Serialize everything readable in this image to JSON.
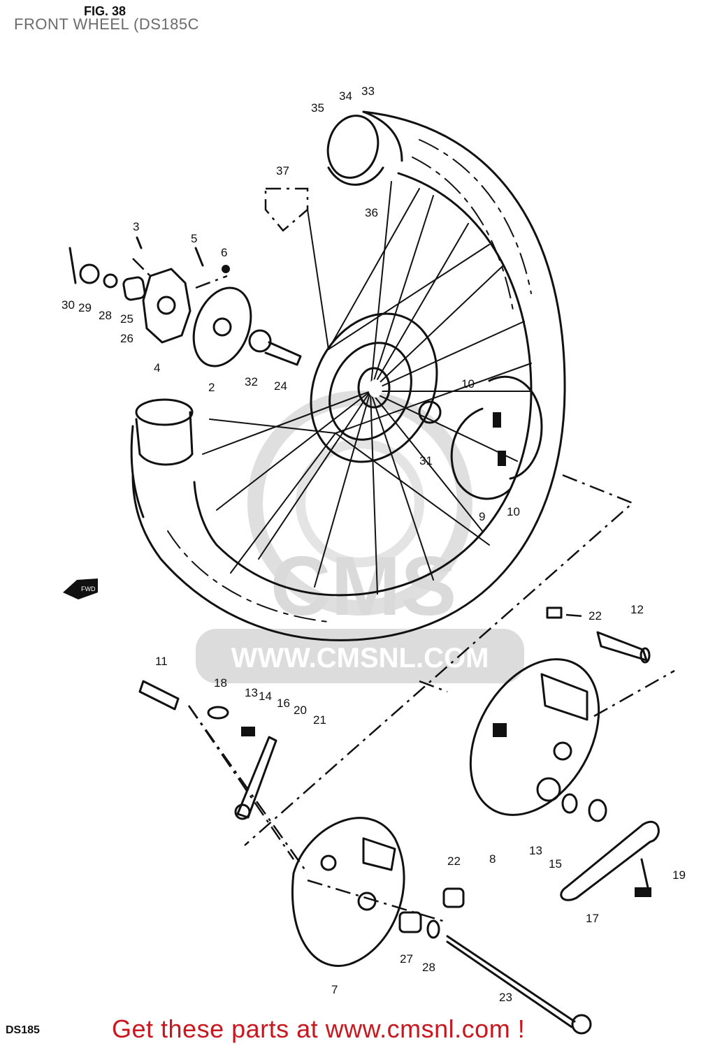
{
  "header": {
    "title": "FRONT WHEEL (DS185C",
    "figure": "FIG. 38"
  },
  "footer": {
    "cta": "Get these parts at www.cmsnl.com !",
    "model": "DS185"
  },
  "watermark": {
    "brand": "CMS",
    "url": "WWW.CMSNL.COM"
  },
  "arrow_label": "FWD",
  "callouts": [
    "35",
    "34",
    "33",
    "37",
    "36",
    "3",
    "5",
    "6",
    "30",
    "29",
    "28",
    "25",
    "26",
    "4",
    "2",
    "32",
    "24",
    "10",
    "31",
    "9",
    "10",
    "22",
    "12",
    "11",
    "18",
    "13",
    "14",
    "16",
    "20",
    "21",
    "8",
    "13",
    "15",
    "19",
    "17",
    "22",
    "27",
    "28",
    "23",
    "7"
  ],
  "colors": {
    "cta": "#c8171e",
    "title": "#6b6b6b",
    "watermark": "#d6d6d6"
  }
}
